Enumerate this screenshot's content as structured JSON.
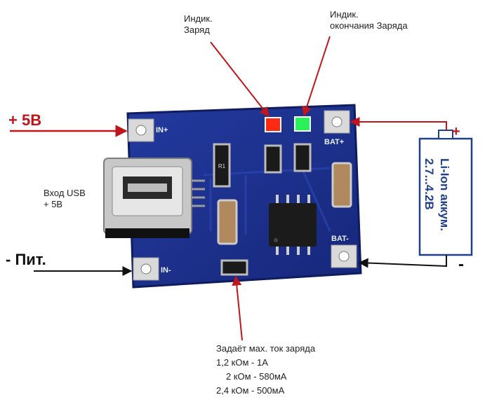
{
  "colors": {
    "pcb": "#1c2f8c",
    "pcb_edge": "#0f1c5e",
    "red_arrow": "#c0161b",
    "black_arrow": "#111111",
    "battery_text": "#1f3f8f",
    "led_red": "#ff2a12",
    "led_green": "#2cf05a"
  },
  "labels": {
    "plus_5v": "+ 5В",
    "minus_power": "- Пит.",
    "usb_line1": "Вход USB",
    "usb_line2": "+ 5В",
    "ind_charge_line1": "Индик.",
    "ind_charge_line2": "Заряд",
    "ind_done_line1": "Индик.",
    "ind_done_line2": "окончания Заряда",
    "battery_line1": "Li-Ion аккум.",
    "battery_line2": "2.7...4.2В",
    "battery_plus": "+",
    "battery_minus": "-",
    "current_title": "Задаёт мах. ток заряда",
    "current_row1": "1,2 кОм - 1А",
    "current_row2": "2 кОм - 580мА",
    "current_row3": "2,4 кОм - 500мА"
  },
  "silkscreen": {
    "in_plus": "IN+",
    "in_minus": "IN-",
    "bat_plus": "BAT+",
    "bat_minus": "BAT-",
    "r_label": "R1"
  },
  "icons": {
    "usb_connector": "mini-usb-icon",
    "chip": "soic8-chip-icon"
  }
}
